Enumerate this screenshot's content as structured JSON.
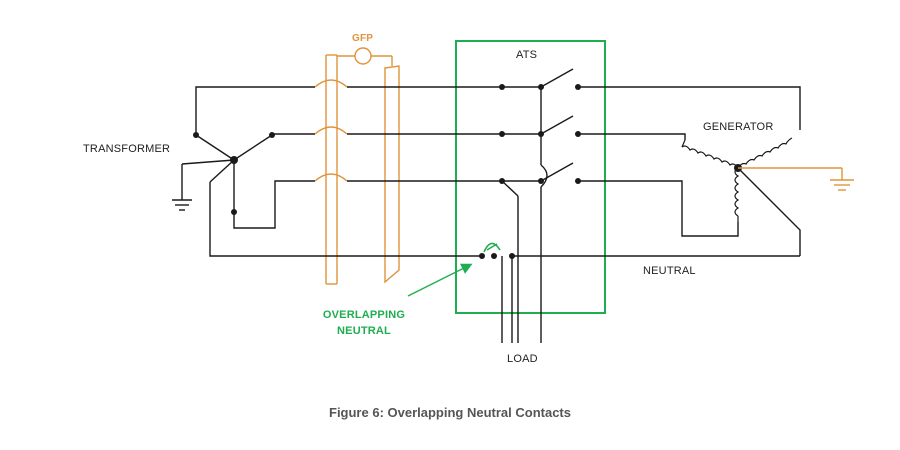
{
  "labels": {
    "gfp": "GFP",
    "ats": "ATS",
    "transformer": "TRANSFORMER",
    "generator": "GENERATOR",
    "neutral": "NEUTRAL",
    "overlapping_line1": "OVERLAPPING",
    "overlapping_line2": "NEUTRAL",
    "load": "LOAD"
  },
  "caption": "Figure 6: Overlapping Neutral Contacts",
  "colors": {
    "wire": "#1a1a1a",
    "ats_box": "#1fae4f",
    "gfp": "#e0933c",
    "annotation": "#1fae4f",
    "caption": "#555555"
  }
}
